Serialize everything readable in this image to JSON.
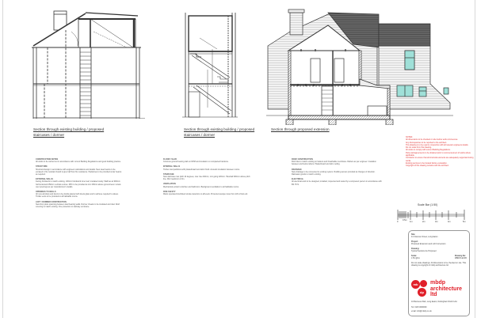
{
  "drawing": {
    "sections": [
      {
        "id": "section-1",
        "caption_line1": "Section through existing building / proposed",
        "caption_line2": "staircases / dormer"
      },
      {
        "id": "section-2",
        "caption_line1": "Section through existing building / proposed",
        "caption_line2": "staircases / dormer"
      },
      {
        "id": "section-3",
        "caption_line1": "Section through proposed extension",
        "caption_line2": ""
      }
    ],
    "colors": {
      "line": "#333333",
      "roof_tile": "#5a5a5a",
      "window_glass": "#9fe0d8",
      "red_accent": "#e0202a",
      "notes_red": "#e03030"
    }
  },
  "notes": {
    "col1": [
      {
        "heading": "CONSTRUCTION NOTES",
        "text": "All works to be carried out in accordance with current Building Regulations and good building practice."
      },
      {
        "heading": "STRUCTURE",
        "text": "Structural design in accordance with engineers calculations and details. New steel beams to be encased in fire resistant board to give half hour fire resistance. Padstones to be provided under beams as required."
      },
      {
        "heading": "EXTERNAL WALLS",
        "text": "Facing brickwork to match existing, 100mm blockwork inner leaf, insulated cavity. Wall ties at 900mm horizontal and 450mm vertical centres. DPC to be provided at min 150mm above ground level. Lintels over openings as per manufacturer's details."
      },
      {
        "heading": "OPENINGS TO WALLS",
        "text": "All new windows and doors to be double glazed with low-E glass and to achieve required U-values. Trickle vents to be provided to all habitable rooms."
      },
      {
        "heading": "LOFT / DORMER CONSTRUCTION",
        "text": "New floor joists spanning between load bearing walls. Dormer cheeks to be insulated and clad. Roof covering to match existing. Fire protection to stairway enclosure."
      }
    ],
    "col2": [
      {
        "heading": "FLOOR / SLAB",
        "text": "Concrete ground bearing slab on DPM and insulation on compacted hardcore."
      },
      {
        "heading": "INTERNAL WALLS",
        "text": "Timber stud partitions with plasterboard and skim finish. Acoustic insulation between rooms."
      },
      {
        "heading": "STAIRCASE",
        "text": "New staircase max pitch 42 degrees, max rise 220mm, min going 220mm. Handrail 900mm above pitch line. Min headroom 2.0m."
      },
      {
        "heading": "VENTILATION",
        "text": "Mechanical extract to kitchen and bathroom. Background ventilation to all habitable rooms."
      },
      {
        "heading": "FIRE SAFETY",
        "text": "Mains operated interlinked smoke detectors to all levels. Protected escape route from loft to final exit."
      }
    ],
    "col3": [
      {
        "heading": "ROOF CONSTRUCTION",
        "text": "Roof tiles to match existing on battens and breathable membrane. Rafters as per engineer. Insulation between and below rafters. Plasterboard and skim ceiling."
      },
      {
        "heading": "DRAINAGE",
        "text": "New drainage to be connected to existing system. Rodding access provided at changes of direction. Rainwater goods to match existing."
      },
      {
        "heading": "ELECTRICAL",
        "text": "All electrical work to be designed, installed, inspected and tested by a competent person in accordance with BS 7671."
      }
    ],
    "red_notes": [
      "NOTES:",
      "All dimensions to be checked on site before work commences.",
      "Any discrepancies to be reported to the architect.",
      "This drawing is to be read in conjunction with all relevant engineers details.",
      "Do not scale from this drawing.",
      "All works to comply with current Building Regulations.",
      "Party wall agreements to be obtained prior to commencement of works where applicable.",
      "Contractor to ensure that all structural elements are adequately supported during works.",
      "Existing services to be located before excavation.",
      "Copyright of this drawing remains with the architect."
    ]
  },
  "scale_bar": {
    "title": "Scale Bar (1:50)",
    "ticks": [
      "0",
      "0.5m",
      "1m",
      "2m",
      "3m",
      "4m",
      "5m"
    ]
  },
  "title_block": {
    "address_label": "Site:",
    "address": "41 Clarence Street, Long Eaton",
    "project_label": "Project:",
    "project": "Proposed Extension and Loft Conversion",
    "drawing_label": "Drawing:",
    "drawing_title": "Typical Sections As Proposed",
    "scale_label": "Scale:",
    "scale": "1:50 @A1",
    "number_label": "Drawing No:",
    "number": "MBDP/LE/005",
    "disclaimer": "Do not scale drawings. All dimensions to be checked on site. This drawing is copyright of mbdp architecture ltd.",
    "company_circle_top": "mb",
    "company_circle_bottom": "dp",
    "company_name_line1": "mbdp",
    "company_name_line2": "architecture",
    "company_name_line3": "ltd",
    "company_address": "10 Business Park, Long Eaton, Nottingham NG10 1AA",
    "tel": "Tel: 0115 0000000",
    "email": "email: info@mbdp.co.uk"
  }
}
